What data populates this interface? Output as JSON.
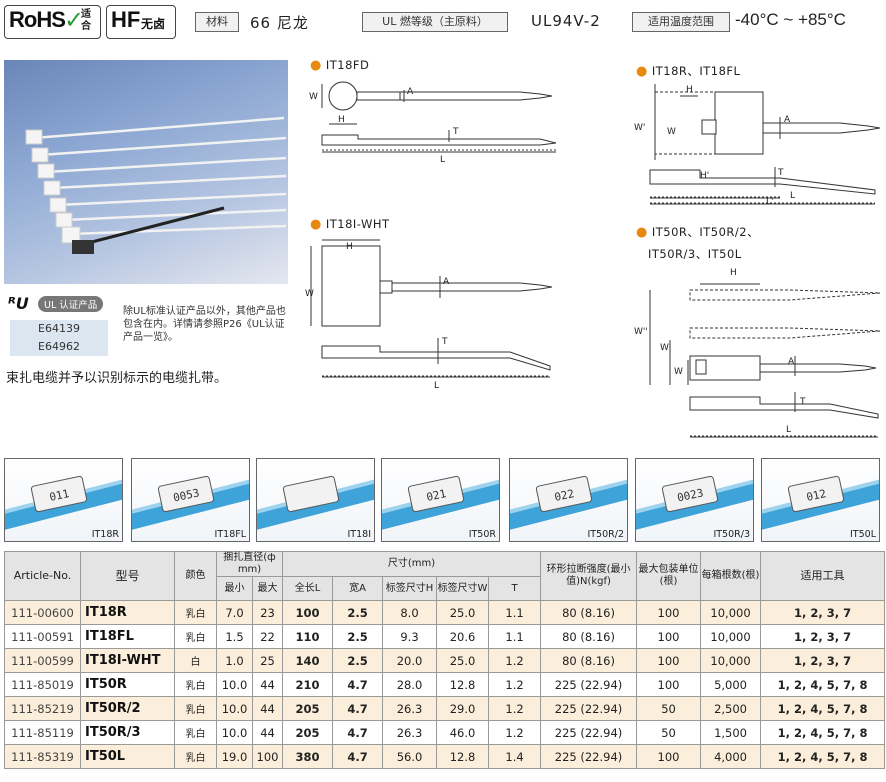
{
  "header": {
    "rohs_text": "RoHS",
    "rohs_suffix": "适合",
    "hf_text": "HF",
    "hf_suffix": "无卤",
    "material_label": "材料",
    "material_value": "66 尼龙",
    "ul_label": "UL 燃等级（主原料）",
    "ul_value": "UL94V-2",
    "temp_label": "适用温度范围",
    "temp_value": "-40°C ~ +85°C"
  },
  "ul": {
    "badge": "UL 认证产品",
    "numbers": [
      "E64139",
      "E64962"
    ],
    "note": "除UL标准认证产品以外，其他产品也包含在内。详情请参照P26《UL认证产品一览》。",
    "description": "束扎电缆并予以识别标示的电缆扎带。"
  },
  "diagrams": {
    "it18fd": "IT18FD",
    "it18i": "IT18I-WHT",
    "it18r": "IT18R、IT18FL",
    "it50r_line1": "IT50R、IT50R/2、",
    "it50r_line2": "IT50R/3、IT50L",
    "dims": {
      "W": "W",
      "H": "H",
      "A": "A",
      "T": "T",
      "L": "L",
      "Wp": "W'",
      "Lp": "L'",
      "Hp": "H'",
      "Wpp": "W''"
    }
  },
  "thumbnails": [
    "IT18R",
    "IT18FL",
    "IT18I",
    "IT50R",
    "IT50R/2",
    "IT50R/3",
    "IT50L"
  ],
  "thumb_marks": [
    "011",
    "0053",
    "",
    "021",
    "022",
    "0023",
    "012"
  ],
  "table": {
    "headers": {
      "article": "Article-No.",
      "model": "型号",
      "color": "颜色",
      "bundle": "捆扎直径(ф mm)",
      "bundle_min": "最小",
      "bundle_max": "最大",
      "dims": "尺寸(mm)",
      "length": "全长L",
      "width": "宽A",
      "tag_h": "标签尺寸H",
      "tag_w": "标签尺寸W",
      "t": "T",
      "strength": "环形拉断强度(最小值)N(kgf)",
      "pack": "最大包装单位(根)",
      "perbox": "每箱根数(根)",
      "tools": "适用工具"
    },
    "rows": [
      {
        "article": "111-00600",
        "model": "IT18R",
        "color": "乳白",
        "min": "7.0",
        "max": "23",
        "L": "100",
        "A": "2.5",
        "H": "8.0",
        "W": "25.0",
        "T": "1.1",
        "strength": "80 (8.16)",
        "pack": "100",
        "box": "10,000",
        "tools": "1, 2, 3, 7"
      },
      {
        "article": "111-00591",
        "model": "IT18FL",
        "color": "乳白",
        "min": "1.5",
        "max": "22",
        "L": "110",
        "A": "2.5",
        "H": "9.3",
        "W": "20.6",
        "T": "1.1",
        "strength": "80 (8.16)",
        "pack": "100",
        "box": "10,000",
        "tools": "1, 2, 3, 7"
      },
      {
        "article": "111-00599",
        "model": "IT18I-WHT",
        "color": "白",
        "min": "1.0",
        "max": "25",
        "L": "140",
        "A": "2.5",
        "H": "20.0",
        "W": "25.0",
        "T": "1.2",
        "strength": "80 (8.16)",
        "pack": "100",
        "box": "10,000",
        "tools": "1, 2, 3, 7"
      },
      {
        "article": "111-85019",
        "model": "IT50R",
        "color": "乳白",
        "min": "10.0",
        "max": "44",
        "L": "210",
        "A": "4.7",
        "H": "28.0",
        "W": "12.8",
        "T": "1.2",
        "strength": "225 (22.94)",
        "pack": "100",
        "box": "5,000",
        "tools": "1, 2, 4, 5, 7, 8"
      },
      {
        "article": "111-85219",
        "model": "IT50R/2",
        "color": "乳白",
        "min": "10.0",
        "max": "44",
        "L": "205",
        "A": "4.7",
        "H": "26.3",
        "W": "29.0",
        "T": "1.2",
        "strength": "225 (22.94)",
        "pack": "50",
        "box": "2,500",
        "tools": "1, 2, 4, 5, 7, 8"
      },
      {
        "article": "111-85119",
        "model": "IT50R/3",
        "color": "乳白",
        "min": "10.0",
        "max": "44",
        "L": "205",
        "A": "4.7",
        "H": "26.3",
        "W": "46.0",
        "T": "1.2",
        "strength": "225 (22.94)",
        "pack": "50",
        "box": "1,500",
        "tools": "1, 2, 4, 5, 7, 8"
      },
      {
        "article": "111-85319",
        "model": "IT50L",
        "color": "乳白",
        "min": "19.0",
        "max": "100",
        "L": "380",
        "A": "4.7",
        "H": "56.0",
        "W": "12.8",
        "T": "1.4",
        "strength": "225 (22.94)",
        "pack": "100",
        "box": "4,000",
        "tools": "1, 2, 4, 5, 7, 8"
      }
    ]
  },
  "colors": {
    "accent": "#e88a10",
    "row_highlight": "#fbeeda",
    "ul_box": "#dbe6f1",
    "header_bg": "#e4e4e4"
  }
}
